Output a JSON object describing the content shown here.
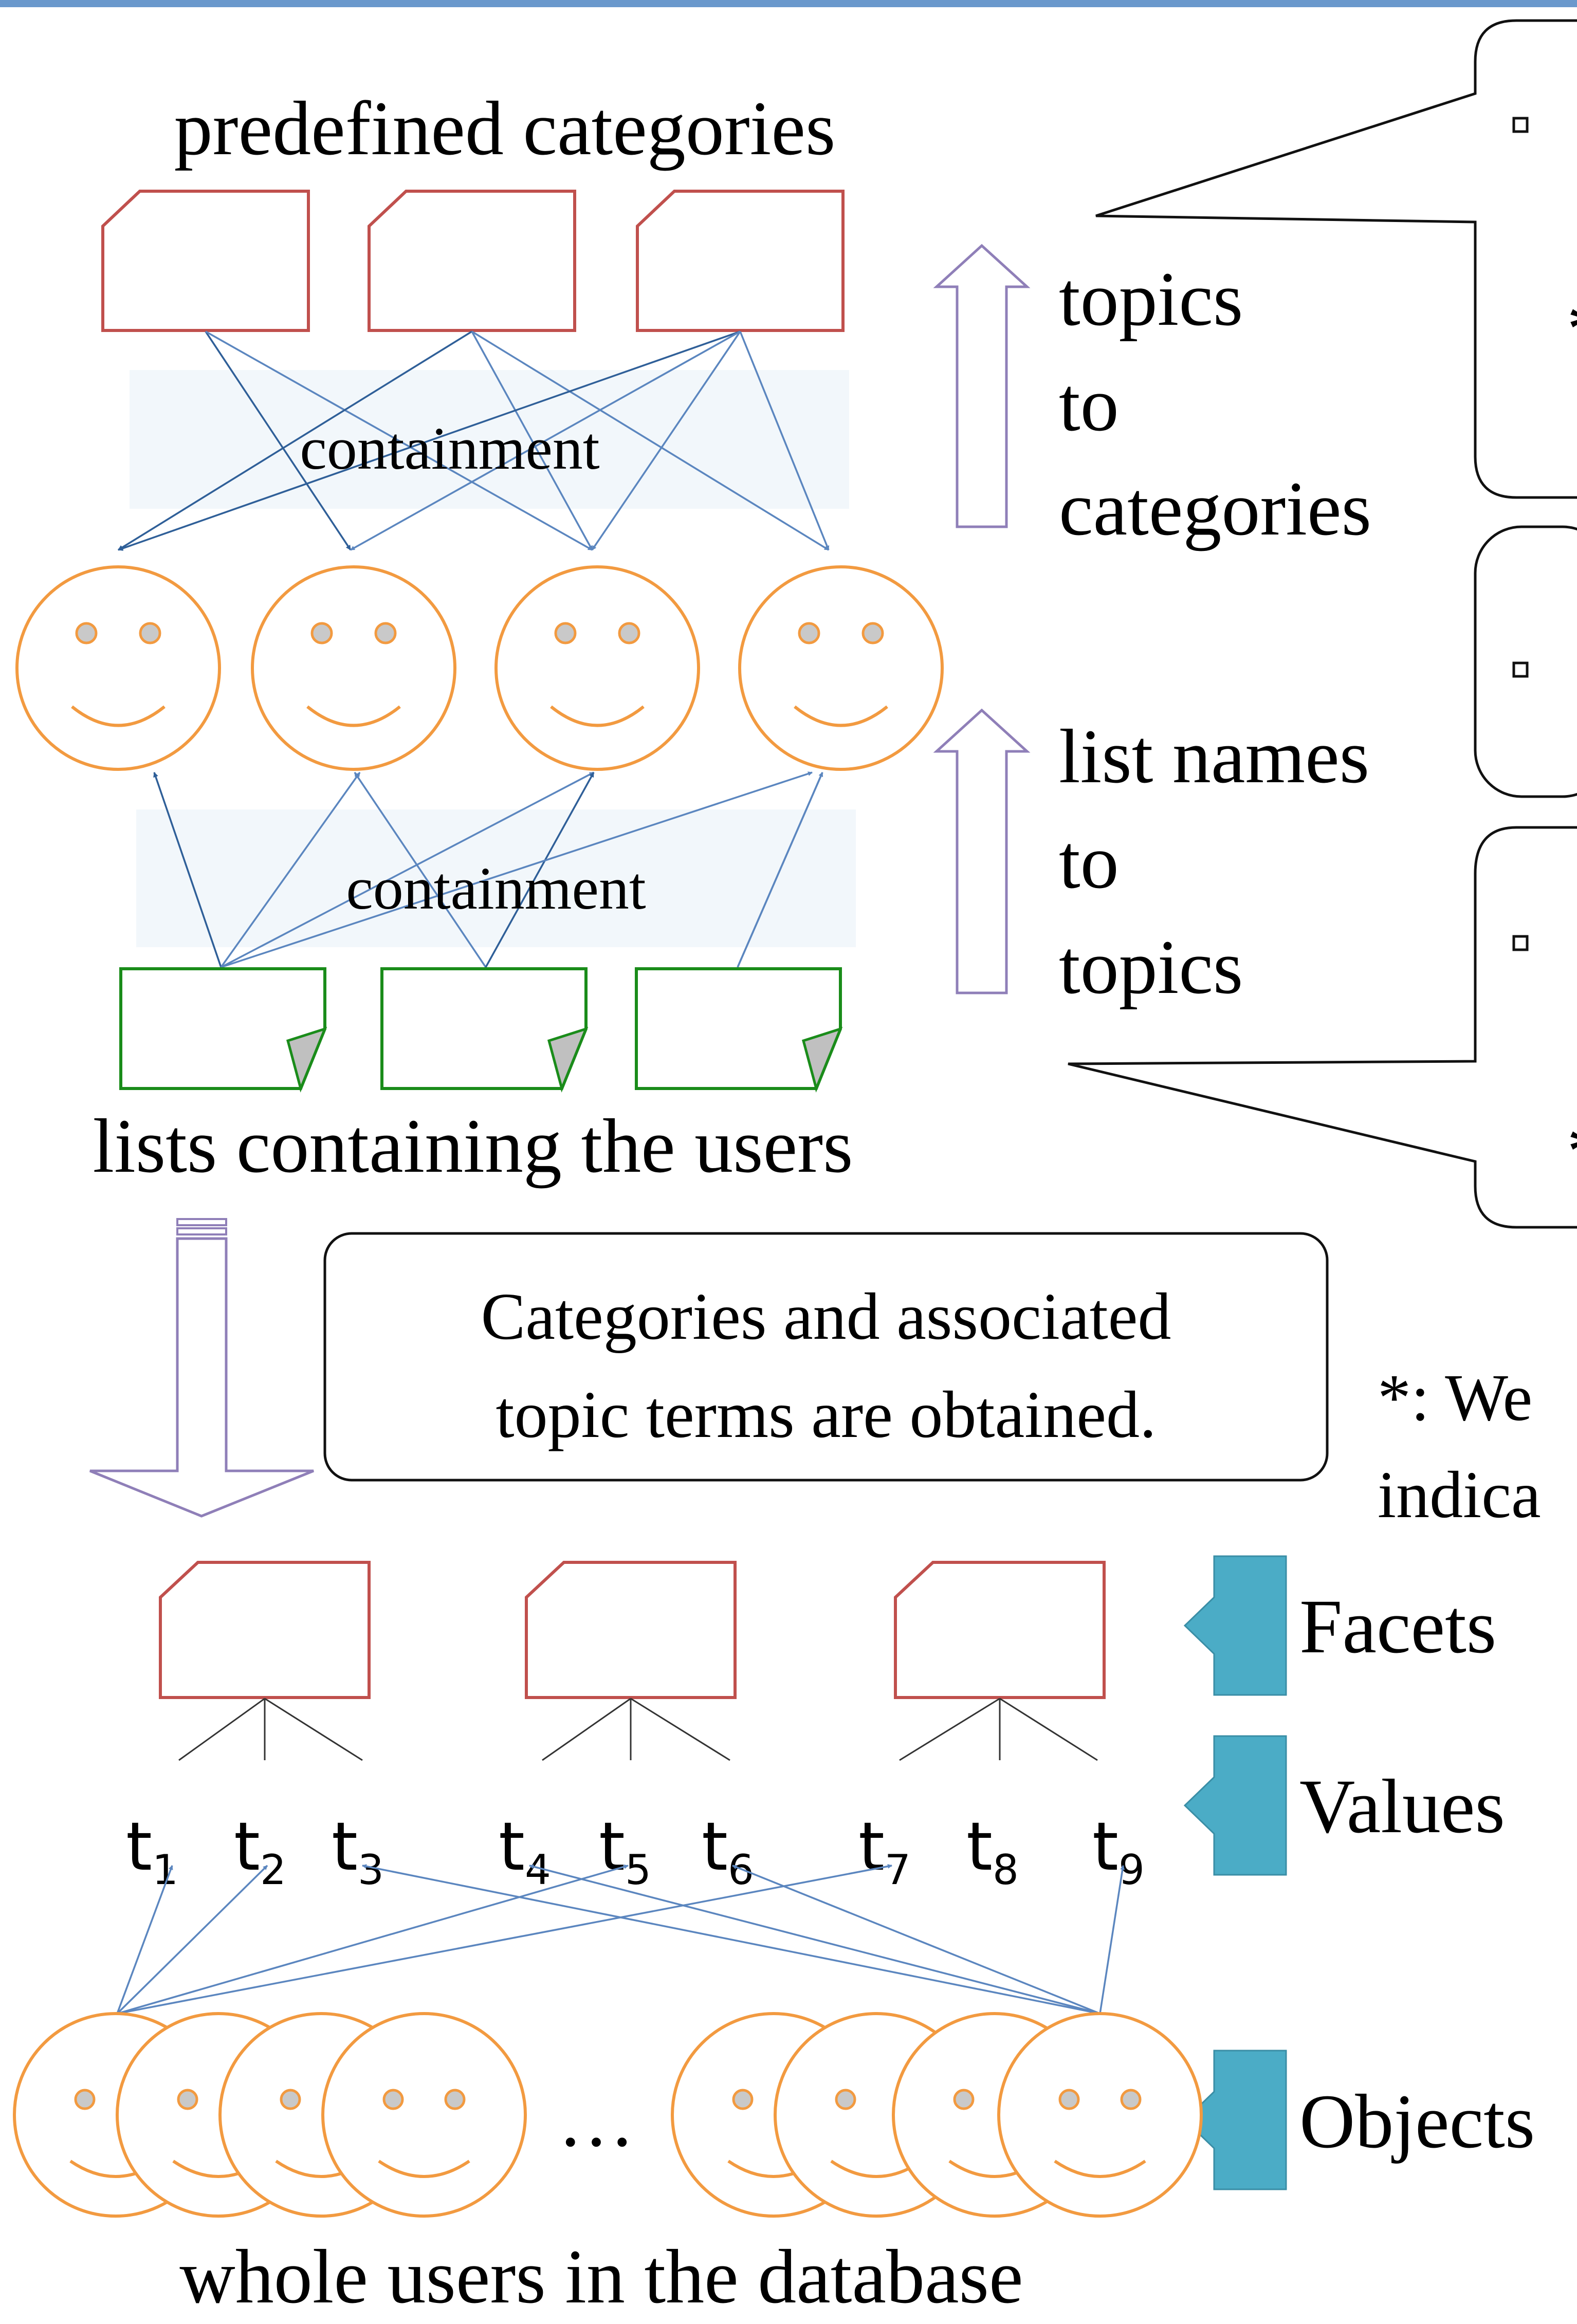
{
  "labels": {
    "predefined_categories": "predefined categories",
    "containment_upper": "containment",
    "containment_lower": "containment",
    "lists_containing_users": "lists containing the users",
    "topics_to_categories": [
      "topics",
      "to",
      "categories"
    ],
    "list_names_to_topics": [
      "list names",
      "to",
      "topics"
    ],
    "callout_text": [
      "Categories and associated",
      "topic terms are obtained."
    ],
    "footnote": [
      "*: We",
      "indica"
    ],
    "facets": "Facets",
    "values": "Values",
    "objects": "Objects",
    "ellipsis": "…",
    "whole_users": "whole users in the database",
    "cut_bullet_mark": "*"
  },
  "terms": [
    {
      "base": "t",
      "sub": "1"
    },
    {
      "base": "t",
      "sub": "2"
    },
    {
      "base": "t",
      "sub": "3"
    },
    {
      "base": "t",
      "sub": "4"
    },
    {
      "base": "t",
      "sub": "5"
    },
    {
      "base": "t",
      "sub": "6"
    },
    {
      "base": "t",
      "sub": "7"
    },
    {
      "base": "t",
      "sub": "8"
    },
    {
      "base": "t",
      "sub": "9"
    }
  ],
  "colors": {
    "top_border": "#6a98cc",
    "category_stroke": "#c0504d",
    "face_stroke": "#f29a40",
    "face_eye": "#c9c9c9",
    "list_stroke": "#1a8c1a",
    "list_fold": "#c0c0c0",
    "edge_dark": "#2f5f98",
    "edge_light": "#5b86bf",
    "containment_bg": "#f2f7fb",
    "hollow_arrow": "#8f7fb8",
    "blue_arrow": "#4bacc6",
    "tree_line": "#333333"
  }
}
